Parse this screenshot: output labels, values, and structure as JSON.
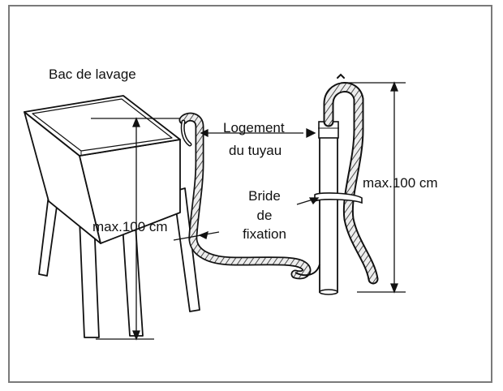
{
  "labels": {
    "wash_tub": "Bac de lavage",
    "hose_housing_line1": "Logement",
    "hose_housing_line2": "du tuyau",
    "max_left": "max.100 cm",
    "max_right": "max.100 cm",
    "clamp_line1": "Bride",
    "clamp_line2": "de",
    "clamp_line3": "fixation"
  },
  "colors": {
    "ink": "#111111",
    "frame": "#7a7a7a",
    "hose_fill": "#d9d9d9"
  }
}
